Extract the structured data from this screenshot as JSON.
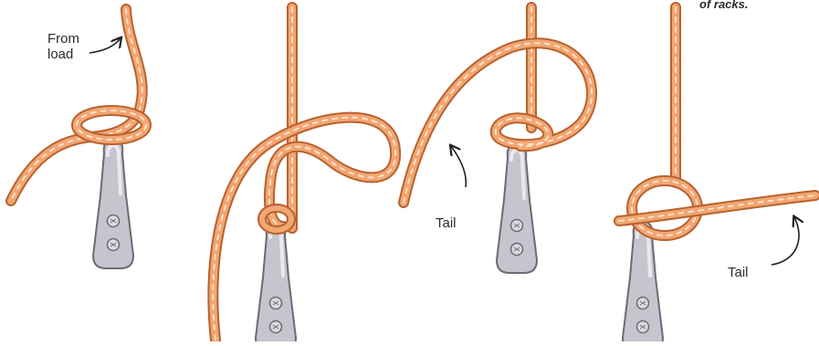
{
  "labels": {
    "from_line1": "From",
    "from_line2": "load",
    "tail_a": "Tail",
    "tail_b": "Tail",
    "corner_note": "of racks."
  },
  "colors": {
    "rope_outline": "#b9622e",
    "rope_fill": "#f1a673",
    "rope_twist": "#fde2c8",
    "cleat_fill": "#c7c4ce",
    "cleat_outline": "#6c6a74",
    "arrow": "#222222"
  },
  "steps": [
    {
      "name": "step-1",
      "icon": "rope-cleat-loop"
    },
    {
      "name": "step-2",
      "icon": "rope-cleat-bend"
    },
    {
      "name": "step-3",
      "icon": "rope-cleat-wrap"
    },
    {
      "name": "step-4",
      "icon": "rope-cleat-knot"
    }
  ]
}
